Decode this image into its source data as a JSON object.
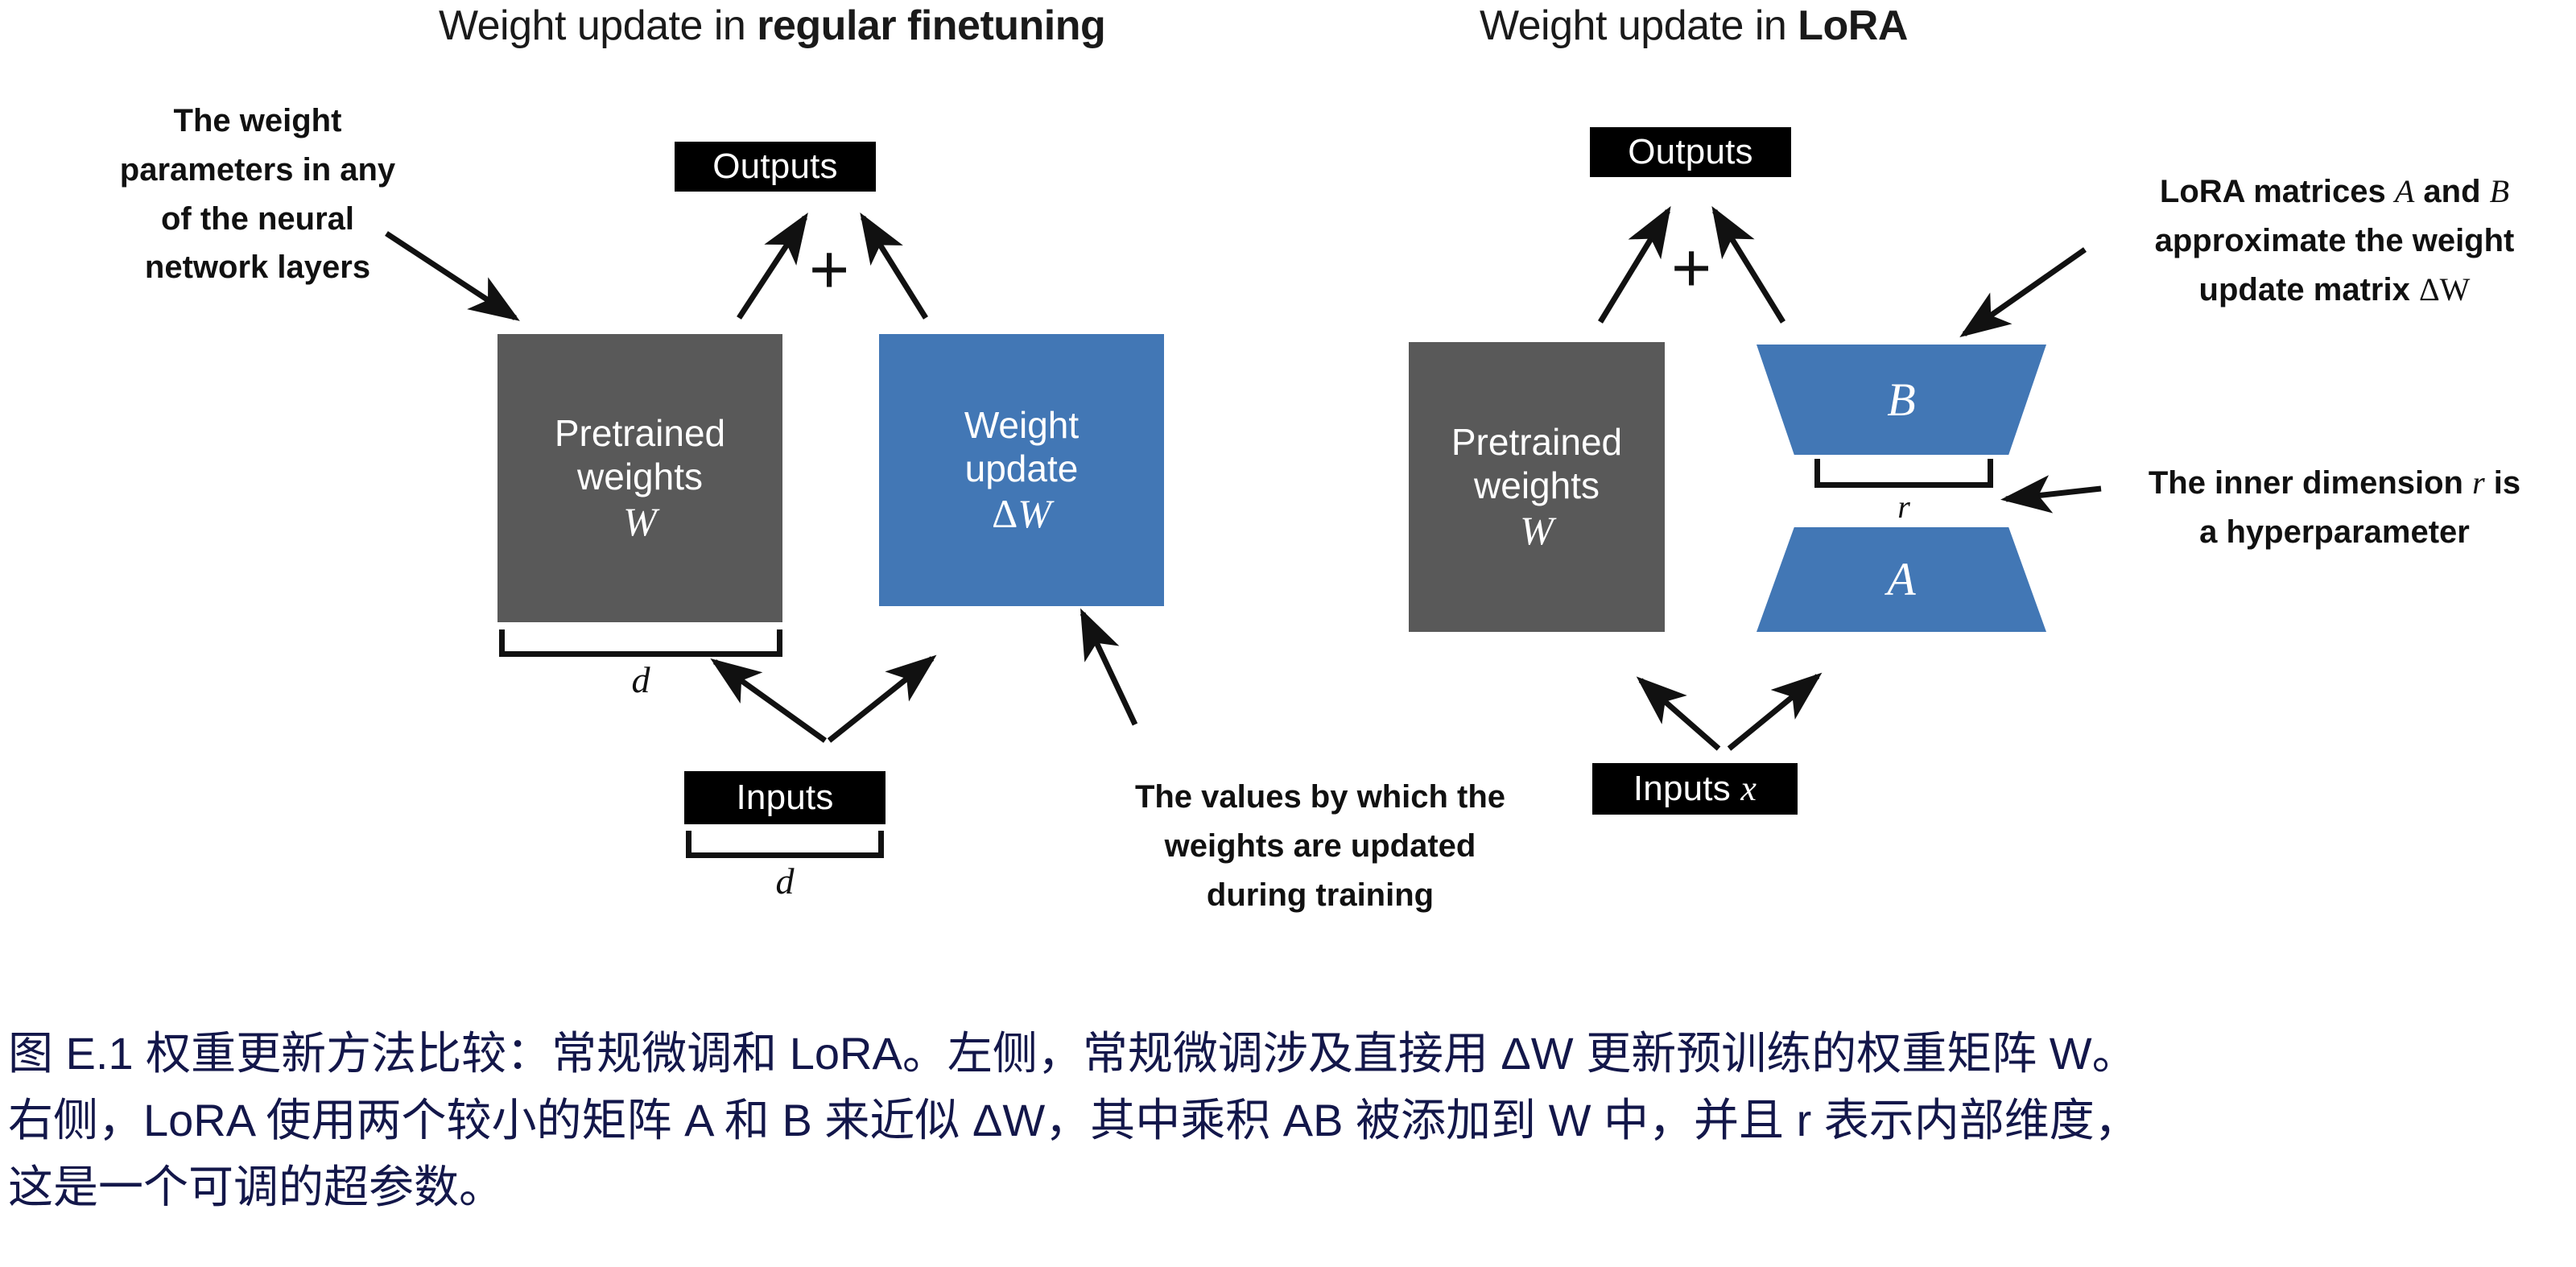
{
  "figure": {
    "colors": {
      "pretrained_block": "#595959",
      "update_block": "#4277b5",
      "io_block": "#000000",
      "caption_text": "#13174a",
      "annotation_text": "#111111"
    }
  },
  "left_panel": {
    "title_prefix": "Weight update in ",
    "title_emphasis": "regular finetuning",
    "callout_weight_params": [
      "The weight",
      "parameters in any",
      "of the neural",
      "network layers"
    ],
    "callout_values": [
      "The values by which the",
      "weights are updated",
      "during training"
    ],
    "outputs_label": "Outputs",
    "inputs_label": "Inputs",
    "plus_symbol": "+",
    "pretrained_block": {
      "line1": "Pretrained",
      "line2": "weights",
      "symbol": "W"
    },
    "update_block": {
      "line1": "Weight",
      "line2": "update",
      "symbol_delta": "Δ",
      "symbol_w": "W"
    },
    "dim_top_label": "d",
    "dim_bottom_label": "d"
  },
  "right_panel": {
    "title_prefix": "Weight update in ",
    "title_emphasis": "LoRA",
    "outputs_label": "Outputs",
    "inputs_label": "Inputs ",
    "inputs_symbol": "x",
    "plus_symbol": "+",
    "pretrained_block": {
      "line1": "Pretrained",
      "line2": "weights",
      "symbol": "W"
    },
    "matrix_b_label": "B",
    "matrix_a_label": "A",
    "inner_dim_label": "r",
    "callout_lora_matrices": [
      "LoRA matrices A and B",
      "approximate the weight",
      "update matrix ΔW"
    ],
    "callout_lora_line1_a": "LoRA matrices ",
    "callout_lora_line1_sym1": "A",
    "callout_lora_line1_b": " and ",
    "callout_lora_line1_sym2": "B",
    "callout_lora_line2": "approximate the weight",
    "callout_lora_line3_a": "update matrix ",
    "callout_lora_line3_sym": "ΔW",
    "callout_inner_dim": [
      "The inner dimension r is",
      "a hyperparameter"
    ],
    "callout_inner_line1_a": "The inner dimension ",
    "callout_inner_line1_sym": "r",
    "callout_inner_line1_b": " is",
    "callout_inner_line2": "a hyperparameter"
  },
  "caption": {
    "line1": "图 E.1 权重更新方法比较：常规微调和 LoRA。左侧，常规微调涉及直接用 ΔW 更新预训练的权重矩阵 W。",
    "line2": "右侧，LoRA 使用两个较小的矩阵 A 和 B 来近似 ΔW，其中乘积 AB 被添加到 W 中，并且 r 表示内部维度，",
    "line3": "这是一个可调的超参数。"
  }
}
